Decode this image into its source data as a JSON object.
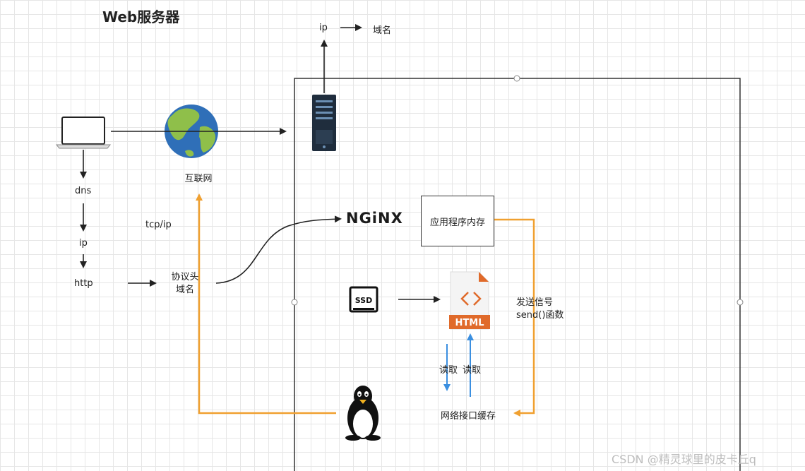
{
  "title": "Web服务器",
  "labels": {
    "ip_top": "ip",
    "domain_top": "域名",
    "internet": "互联网",
    "dns": "dns",
    "ip_left": "ip",
    "http": "http",
    "tcp_ip": "tcp/ip",
    "protocol_header": "协议头\n域名",
    "app_memory": "应用程序内存",
    "send_signal": "发送信号\nsend()函数",
    "read_down": "读取",
    "read_up": "读取",
    "net_buffer": "网络接口缓存"
  },
  "logos": {
    "nginx": "NGiNX",
    "html_badge": "HTML",
    "ssd": "SSD"
  },
  "watermark": "CSDN @精灵球里的皮卡丘q",
  "colors": {
    "orange_flow": "#f0a030",
    "blue_flow": "#3b8fe0",
    "arrow": "#222222",
    "globe_ocean": "#2f6fb8",
    "globe_land": "#8fbf4a",
    "server": "#1f2d3d",
    "html_doc": "#e06a2a"
  },
  "icons": [
    "laptop-icon",
    "globe-icon",
    "server-icon",
    "ssd-icon",
    "html-file-icon",
    "linux-penguin-icon"
  ]
}
